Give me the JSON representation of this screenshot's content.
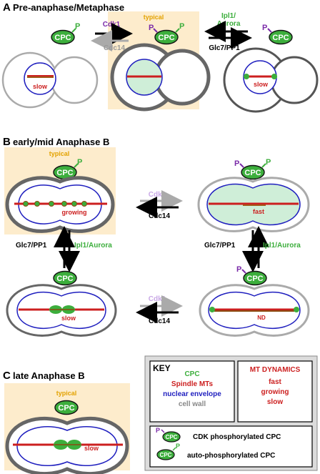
{
  "sections": {
    "a": {
      "letter": "A",
      "title": "Pre-anaphase/Metaphase"
    },
    "b": {
      "letter": "B",
      "title": "early/mid Anaphase B"
    },
    "c": {
      "letter": "C",
      "title": "late Anaphase B"
    }
  },
  "labels": {
    "typical": "typical",
    "cpc": "CPC",
    "p": "P",
    "cdk1": "Cdk1",
    "cdc14": "Cdc14",
    "ipl1_line1": "Ipl1/",
    "ipl1_line2": "Aurora",
    "ipl1_aurora": "Ipl1/Aurora",
    "glc7": "Glc7/PP1"
  },
  "cells": {
    "a_left": "slow",
    "a_right": "slow",
    "b_top_left": "growing",
    "b_top_right": "fast",
    "b_bottom_left": "slow",
    "b_bottom_right": "ND",
    "c": "slow"
  },
  "key": {
    "title": "KEY",
    "items": [
      "CPC",
      "Spindle MTs",
      "nuclear envelope",
      "cell wall"
    ],
    "dynamics_title": "MT DYNAMICS",
    "dynamics": [
      "fast",
      "growing",
      "slow"
    ],
    "phospho_cdk": "CDK phosphorylated CPC",
    "phospho_auto": "auto-phosphorylated CPC"
  },
  "colors": {
    "cpc": "#3cae3c",
    "cdk": "#7a2aa8",
    "spindle": "#cc1f1f",
    "nuclear": "#1f1fbf",
    "wall": "#888888",
    "highlight": "#fdeccc",
    "typical": "#e3a200"
  }
}
